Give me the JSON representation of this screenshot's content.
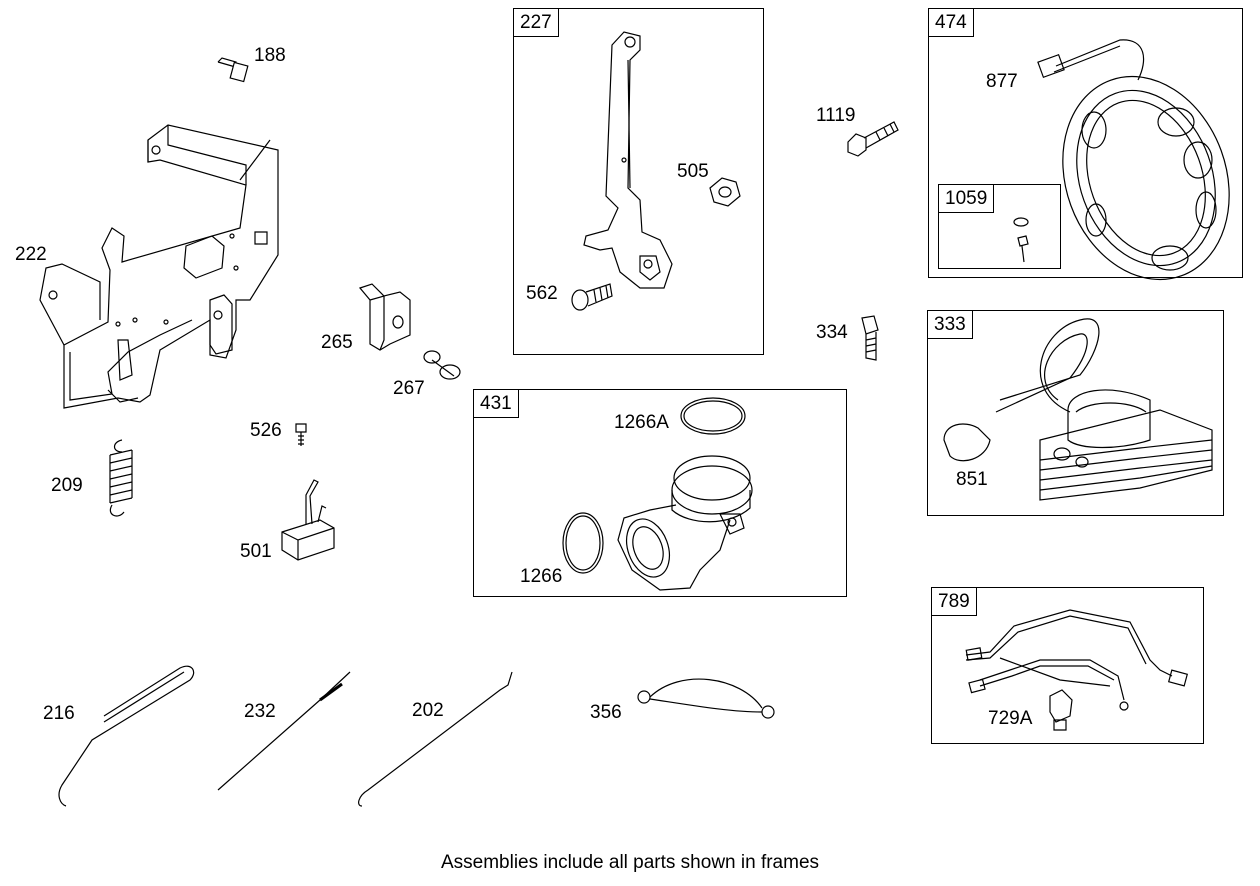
{
  "frames": {
    "f227": "227",
    "f474": "474",
    "f1059": "1059",
    "f333": "333",
    "f431": "431",
    "f789": "789"
  },
  "parts": {
    "p188": "188",
    "p222": "222",
    "p209": "209",
    "p265": "265",
    "p267": "267",
    "p526": "526",
    "p501": "501",
    "p505": "505",
    "p562": "562",
    "p1119": "1119",
    "p877": "877",
    "p334": "334",
    "p851": "851",
    "p1266A": "1266A",
    "p1266": "1266",
    "p216": "216",
    "p232": "232",
    "p202": "202",
    "p356": "356",
    "p729A": "729A"
  },
  "footer": "Assemblies include all parts shown in frames"
}
